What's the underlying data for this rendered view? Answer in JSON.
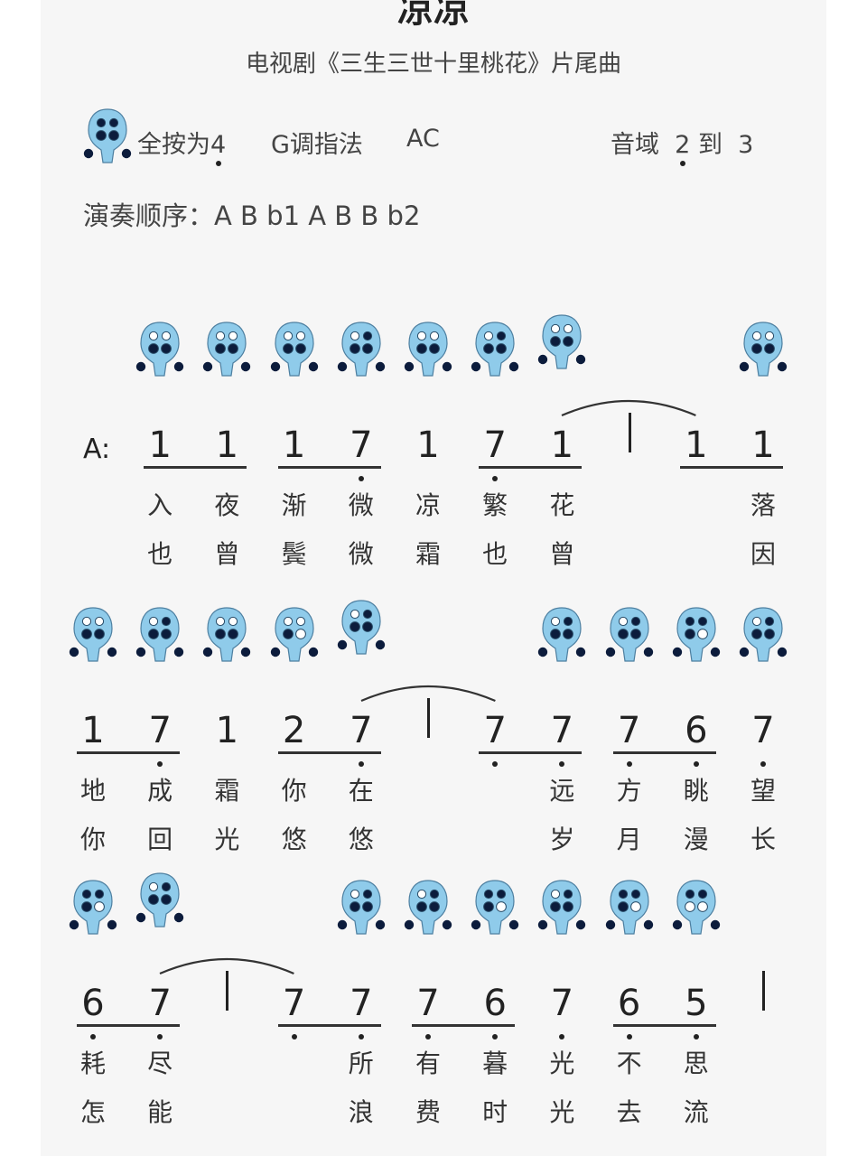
{
  "title": "凉凉",
  "subtitle": "电视剧《三生三世十里桃花》片尾曲",
  "info": {
    "fingering_icon": "ocarina-all-closed-icon",
    "all_closed_prefix": "全按为",
    "all_closed_note": "4",
    "key": "G调指法",
    "ac": "AC",
    "range_label": "音域",
    "range_low": "2",
    "range_to": "到",
    "range_high": "3"
  },
  "order": "演奏顺序：A B b1 A B B b2",
  "colors": {
    "ocarina_body": "#8fcbea",
    "hole_closed": "#0c1c3c",
    "hole_open": "#ffffff"
  },
  "rows": [
    {
      "label": "A:",
      "cells": [
        {
          "slot": 1,
          "note": "1",
          "dot": false,
          "l1": "入",
          "l2": "也",
          "f": {
            "holes": [
              0,
              0,
              1,
              1,
              1,
              1
            ],
            "raised": false
          }
        },
        {
          "slot": 2,
          "note": "1",
          "dot": false,
          "l1": "夜",
          "l2": "曾",
          "f": {
            "holes": [
              0,
              0,
              1,
              1,
              1,
              1
            ],
            "raised": false
          }
        },
        {
          "slot": 3,
          "note": "1",
          "dot": false,
          "l1": "渐",
          "l2": "鬓",
          "f": {
            "holes": [
              0,
              0,
              1,
              1,
              1,
              1
            ],
            "raised": false
          }
        },
        {
          "slot": 4,
          "note": "7",
          "dot": true,
          "l1": "微",
          "l2": "微",
          "f": {
            "holes": [
              0,
              1,
              1,
              1,
              1,
              1
            ],
            "raised": false
          }
        },
        {
          "slot": 5,
          "note": "1",
          "dot": false,
          "l1": "凉",
          "l2": "霜",
          "f": {
            "holes": [
              0,
              0,
              1,
              1,
              1,
              1
            ],
            "raised": false
          }
        },
        {
          "slot": 6,
          "note": "7",
          "dot": true,
          "l1": "繁",
          "l2": "也",
          "f": {
            "holes": [
              0,
              1,
              1,
              1,
              1,
              1
            ],
            "raised": false
          }
        },
        {
          "slot": 7,
          "note": "1",
          "dot": false,
          "l1": "花",
          "l2": "曾",
          "f": {
            "holes": [
              0,
              0,
              1,
              1,
              1,
              1
            ],
            "raised": true
          }
        },
        {
          "slot": 8,
          "bar": true
        },
        {
          "slot": 9,
          "note": "1",
          "dot": false,
          "l1": "",
          "l2": ""
        },
        {
          "slot": 10,
          "note": "1",
          "dot": false,
          "l1": "落",
          "l2": "因",
          "f": {
            "holes": [
              0,
              0,
              1,
              1,
              1,
              1
            ],
            "raised": false
          }
        }
      ],
      "beams": [
        [
          1,
          2
        ],
        [
          3,
          4
        ],
        [
          6,
          7
        ],
        [
          9,
          10
        ]
      ],
      "slurs": [
        [
          7,
          9
        ]
      ]
    },
    {
      "label": "",
      "cells": [
        {
          "slot": 0,
          "note": "1",
          "dot": false,
          "l1": "地",
          "l2": "你",
          "f": {
            "holes": [
              0,
              0,
              1,
              1,
              1,
              1
            ],
            "raised": false
          }
        },
        {
          "slot": 1,
          "note": "7",
          "dot": true,
          "l1": "成",
          "l2": "回",
          "f": {
            "holes": [
              0,
              1,
              1,
              1,
              1,
              1
            ],
            "raised": false
          }
        },
        {
          "slot": 2,
          "note": "1",
          "dot": false,
          "l1": "霜",
          "l2": "光",
          "f": {
            "holes": [
              0,
              0,
              1,
              1,
              1,
              1
            ],
            "raised": false
          }
        },
        {
          "slot": 3,
          "note": "2",
          "dot": false,
          "l1": "你",
          "l2": "悠",
          "f": {
            "holes": [
              0,
              0,
              1,
              0,
              1,
              1
            ],
            "raised": false
          }
        },
        {
          "slot": 4,
          "note": "7",
          "dot": true,
          "l1": "在",
          "l2": "悠",
          "f": {
            "holes": [
              0,
              1,
              1,
              1,
              1,
              1
            ],
            "raised": true
          }
        },
        {
          "slot": 5,
          "bar": true
        },
        {
          "slot": 6,
          "note": "7",
          "dot": true,
          "l1": "",
          "l2": ""
        },
        {
          "slot": 7,
          "note": "7",
          "dot": true,
          "l1": "远",
          "l2": "岁",
          "f": {
            "holes": [
              0,
              1,
              1,
              1,
              1,
              1
            ],
            "raised": false
          }
        },
        {
          "slot": 8,
          "note": "7",
          "dot": true,
          "l1": "方",
          "l2": "月",
          "f": {
            "holes": [
              0,
              1,
              1,
              1,
              1,
              1
            ],
            "raised": false
          }
        },
        {
          "slot": 9,
          "note": "6",
          "dot": true,
          "l1": "眺",
          "l2": "漫",
          "f": {
            "holes": [
              1,
              1,
              1,
              0,
              1,
              1
            ],
            "raised": false
          }
        },
        {
          "slot": 10,
          "note": "7",
          "dot": true,
          "l1": "望",
          "l2": "长",
          "f": {
            "holes": [
              0,
              1,
              1,
              1,
              1,
              1
            ],
            "raised": false
          }
        }
      ],
      "beams": [
        [
          0,
          1
        ],
        [
          3,
          4
        ],
        [
          6,
          7
        ],
        [
          8,
          9
        ]
      ],
      "slurs": [
        [
          4,
          6
        ]
      ]
    },
    {
      "label": "",
      "cells": [
        {
          "slot": 0,
          "note": "6",
          "dot": true,
          "l1": "耗",
          "l2": "怎",
          "f": {
            "holes": [
              1,
              1,
              1,
              0,
              1,
              1
            ],
            "raised": false
          }
        },
        {
          "slot": 1,
          "note": "7",
          "dot": true,
          "l1": "尽",
          "l2": "能",
          "f": {
            "holes": [
              0,
              1,
              1,
              1,
              1,
              1
            ],
            "raised": true
          }
        },
        {
          "slot": 2,
          "bar": true
        },
        {
          "slot": 3,
          "note": "7",
          "dot": true,
          "l1": "",
          "l2": ""
        },
        {
          "slot": 4,
          "note": "7",
          "dot": true,
          "l1": "所",
          "l2": "浪",
          "f": {
            "holes": [
              0,
              1,
              1,
              1,
              1,
              1
            ],
            "raised": false
          }
        },
        {
          "slot": 5,
          "note": "7",
          "dot": true,
          "l1": "有",
          "l2": "费",
          "f": {
            "holes": [
              0,
              1,
              1,
              1,
              1,
              1
            ],
            "raised": false
          }
        },
        {
          "slot": 6,
          "note": "6",
          "dot": true,
          "l1": "暮",
          "l2": "时",
          "f": {
            "holes": [
              1,
              1,
              1,
              0,
              1,
              1
            ],
            "raised": false
          }
        },
        {
          "slot": 7,
          "note": "7",
          "dot": true,
          "l1": "光",
          "l2": "光",
          "f": {
            "holes": [
              0,
              1,
              1,
              1,
              1,
              1
            ],
            "raised": false
          }
        },
        {
          "slot": 8,
          "note": "6",
          "dot": true,
          "l1": "不",
          "l2": "去",
          "f": {
            "holes": [
              1,
              1,
              1,
              0,
              1,
              1
            ],
            "raised": false
          }
        },
        {
          "slot": 9,
          "note": "5",
          "dot": true,
          "l1": "思",
          "l2": "流",
          "f": {
            "holes": [
              1,
              1,
              0,
              0,
              1,
              1
            ],
            "raised": false
          }
        },
        {
          "slot": 10,
          "bar": true
        }
      ],
      "beams": [
        [
          0,
          1
        ],
        [
          3,
          4
        ],
        [
          5,
          6
        ],
        [
          8,
          9
        ]
      ],
      "slurs": [
        [
          1,
          3
        ]
      ]
    }
  ]
}
